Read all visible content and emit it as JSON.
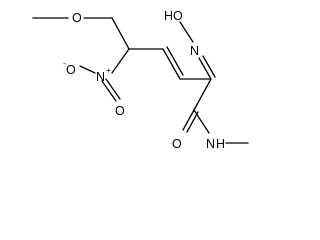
{
  "molecule": {
    "atoms": {
      "methoxy_o": "O",
      "nitro_o": "O",
      "nitro_o_charge": "-",
      "nitro_n": "N",
      "nitro_n_charge": "+",
      "nitro_o_double": "O",
      "oxime_oh": "HO",
      "oxime_n": "N",
      "amide_o": "O",
      "amide_n": "N",
      "amide_h": "H"
    }
  },
  "colors": {
    "bond": "#000000",
    "label": "#000000",
    "background": "#ffffff"
  }
}
